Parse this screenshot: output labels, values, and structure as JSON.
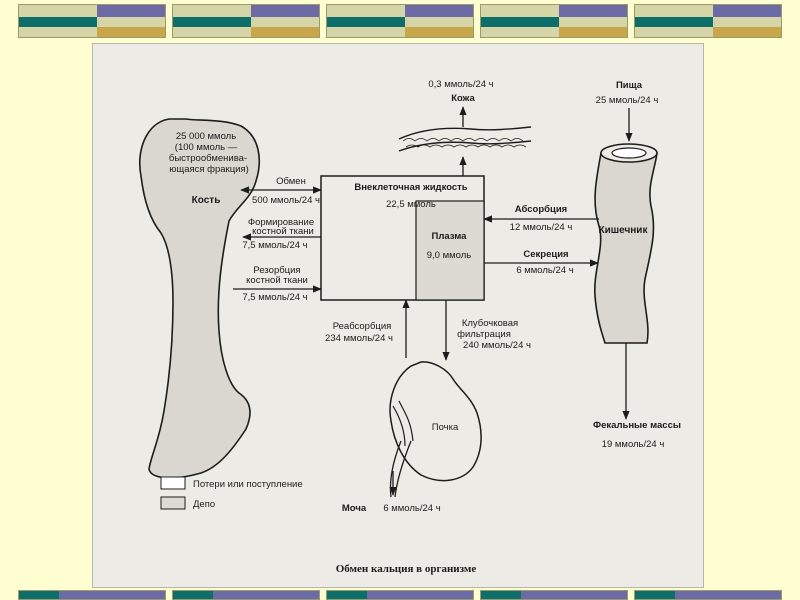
{
  "colors": {
    "page_background": "#fefed0",
    "panel_background": "#ecebe6",
    "ink": "#1c1c1c",
    "deco_teal": "#0e6f6a",
    "deco_purple": "#6d6ba6",
    "deco_cream": "#d6d5a8",
    "deco_gold": "#c9a64a",
    "depot_fill": "#dcdad2",
    "bone_fill": "#d9d7cf"
  },
  "diagram": {
    "caption": "Обмен кальция в организме",
    "bone": {
      "reserve_line1": "25 000 ммоль",
      "reserve_line2": "(100 ммоль —",
      "reserve_line3": "быстрообменива-",
      "reserve_line4": "ющаяся фракция)",
      "label": "Кость"
    },
    "bone_flows": {
      "exchange_title": "Обмен",
      "exchange_value": "500 ммоль/24 ч",
      "formation_line1": "Формирование",
      "formation_line2": "костной ткани",
      "formation_value": "7,5 ммоль/24 ч",
      "resorption_line1": "Резорбция",
      "resorption_line2": "костной ткани",
      "resorption_value": "7,5 ммоль/24 ч"
    },
    "ecf": {
      "title": "Внеклеточная жидкость",
      "value": "22,5 ммоль",
      "plasma_title": "Плазма",
      "plasma_value": "9,0 ммоль"
    },
    "skin": {
      "value": "0,3 ммоль/24 ч",
      "label": "Кожа"
    },
    "food": {
      "label": "Пища",
      "value": "25 ммоль/24 ч"
    },
    "intestine": {
      "label": "Кишечник",
      "absorption_title": "Абсорбция",
      "absorption_value": "12 ммоль/24 ч",
      "secretion_title": "Секреция",
      "secretion_value": "6 ммоль/24 ч"
    },
    "feces": {
      "label": "Фекальные массы",
      "value": "19 ммоль/24 ч"
    },
    "kidney": {
      "label": "Почка",
      "reabsorption_title": "Реабсорбция",
      "reabsorption_value": "234 ммоль/24 ч",
      "filtration_line1": "Клубочковая",
      "filtration_line2": "фильтрация",
      "filtration_value": "240 ммоль/24 ч"
    },
    "urine": {
      "label": "Моча",
      "value": "6 ммоль/24 ч"
    },
    "legend": {
      "item1": "Потери или поступление",
      "item2": "Депо"
    }
  }
}
